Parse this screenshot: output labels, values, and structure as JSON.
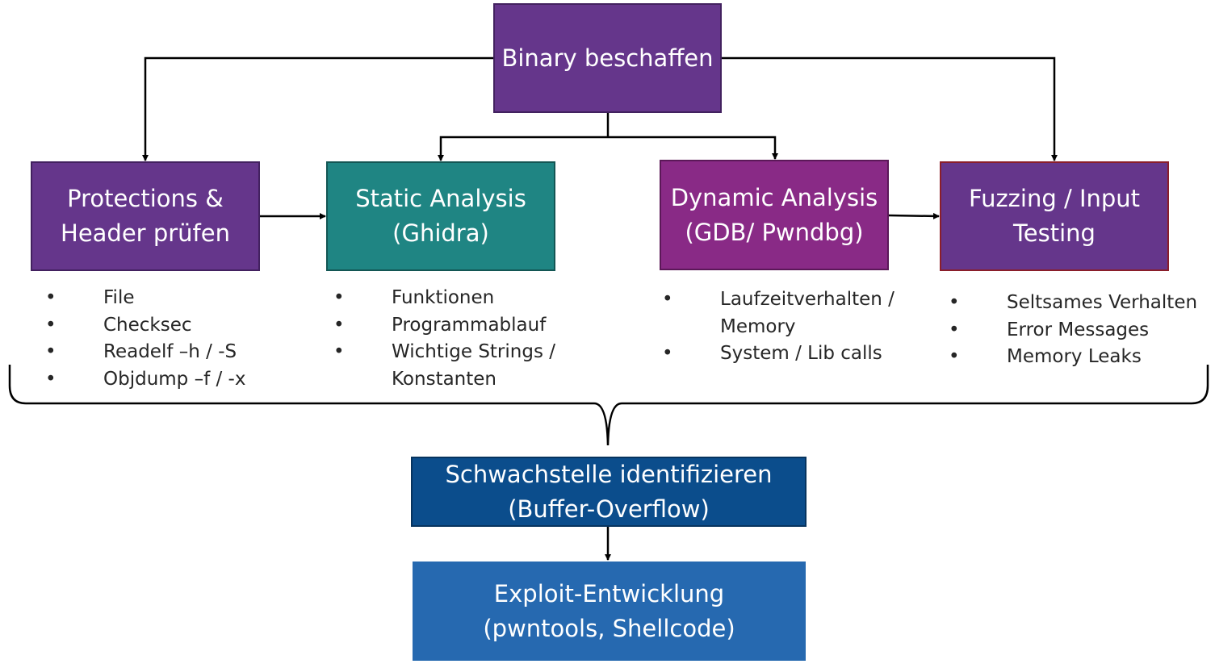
{
  "diagram": {
    "start": {
      "line1": "Binary beschaffen"
    },
    "protections": {
      "line1": "Protections &",
      "line2": "Header prüfen"
    },
    "static": {
      "line1": "Static Analysis",
      "line2": "(Ghidra)"
    },
    "dynamic": {
      "line1": "Dynamic Analysis",
      "line2": "(GDB/ Pwndbg)"
    },
    "fuzzing": {
      "line1": "Fuzzing / Input",
      "line2": "Testing"
    },
    "vuln": {
      "line1": "Schwachstelle identifizieren",
      "line2": "(Buffer-Overflow)"
    },
    "exploit": {
      "line1": "Exploit-Entwicklung",
      "line2": "(pwntools, Shellcode)"
    }
  },
  "lists": {
    "protections": [
      "File",
      "Checksec",
      "Readelf –h / -S",
      "Objdump –f / -x"
    ],
    "static": [
      "Funktionen",
      "Programmablauf",
      "Wichtige Strings /",
      "Konstanten"
    ],
    "dynamic": [
      "Laufzeitverhalten /",
      "Memory",
      "System / Lib calls"
    ],
    "fuzzing": [
      "Seltsames Verhalten",
      "Error Messages",
      "Memory Leaks"
    ]
  },
  "bullet_char": "•",
  "colors": {
    "purple": "#65368b",
    "teal": "#1f8583",
    "magenta": "#892a86",
    "dark_blue": "#0b4d8c",
    "blue": "#2669b0",
    "connector": "#000000",
    "text": "#262626"
  }
}
